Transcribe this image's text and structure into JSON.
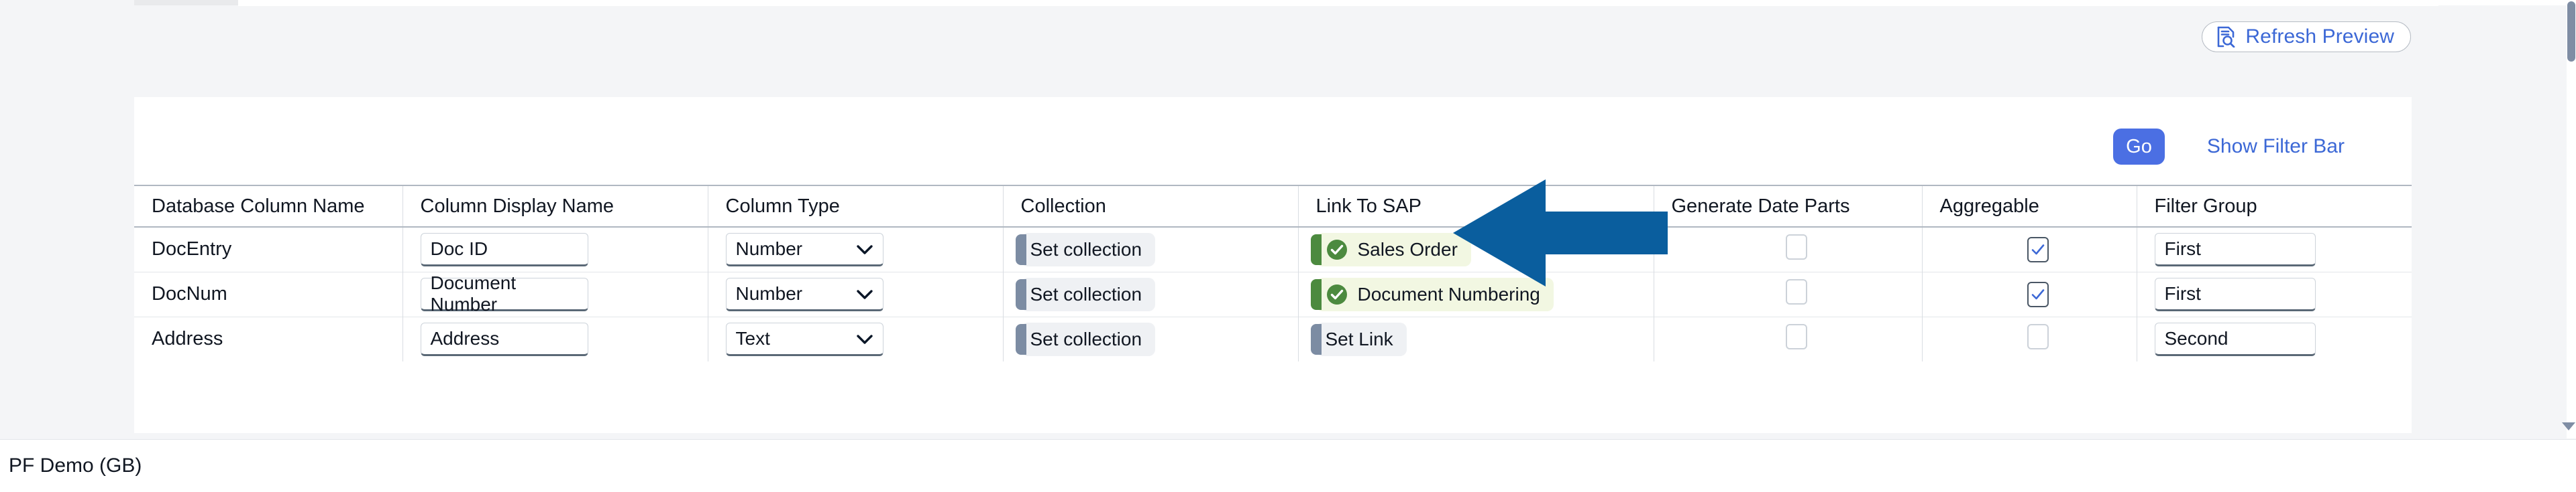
{
  "toolbar": {
    "refresh_preview_label": "Refresh Preview",
    "refresh_preview_icon": "document-search-icon"
  },
  "card_toolbar": {
    "go_label": "Go",
    "show_filter_bar_label": "Show Filter Bar"
  },
  "table": {
    "columns": [
      "Database Column Name",
      "Column Display Name",
      "Column Type",
      "Collection",
      "Link To SAP",
      "Generate Date Parts",
      "Aggregable",
      "Filter Group"
    ],
    "rows": [
      {
        "database_column_name": "DocEntry",
        "column_display_name": "Doc ID",
        "column_type": "Number",
        "collection": "Set collection",
        "collection_state": "neutral",
        "link_to_sap": "Sales Order",
        "link_to_sap_state": "success",
        "generate_date_parts": false,
        "aggregable": true,
        "filter_group": "First"
      },
      {
        "database_column_name": "DocNum",
        "column_display_name": "Document Number",
        "column_type": "Number",
        "collection": "Set collection",
        "collection_state": "neutral",
        "link_to_sap": "Document Numbering",
        "link_to_sap_state": "success",
        "generate_date_parts": false,
        "aggregable": true,
        "filter_group": "First"
      },
      {
        "database_column_name": "Address",
        "column_display_name": "Address",
        "column_type": "Text",
        "collection": "Set collection",
        "collection_state": "neutral",
        "link_to_sap": "Set Link",
        "link_to_sap_state": "neutral",
        "generate_date_parts": false,
        "aggregable": false,
        "filter_group": "Second"
      }
    ]
  },
  "annotation": {
    "arrow_direction": "left",
    "arrow_color": "#0a5e9e",
    "points_at": "Link To SAP"
  },
  "statusbar": {
    "text": "PF Demo (GB)"
  },
  "colors": {
    "accent_blue": "#3c68d6",
    "go_button_blue": "#4b6fe3",
    "success_green": "#4c8a3f",
    "chip_neutral_bar": "#7c8ca3",
    "page_background": "#f4f5f7",
    "card_background": "#ffffff",
    "header_border": "#b0b8c1"
  }
}
